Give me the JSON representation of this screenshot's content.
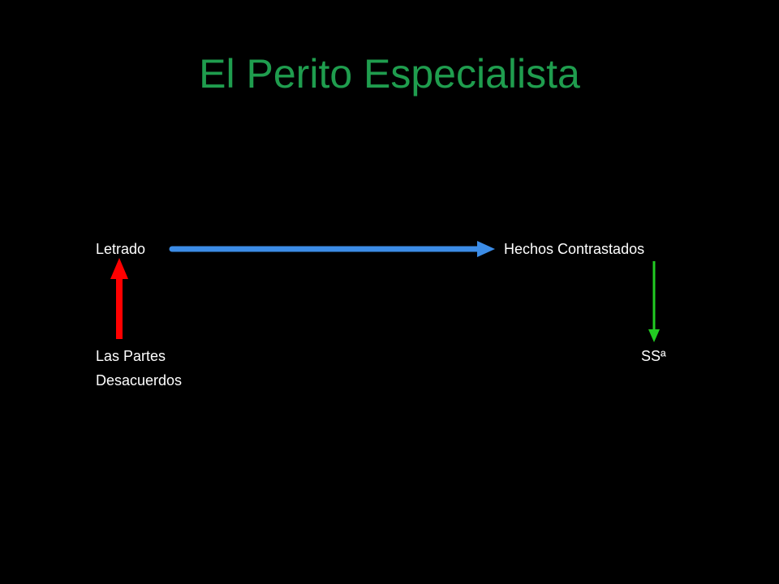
{
  "title": "El Perito Especialista",
  "nodes": {
    "letrado": "Letrado",
    "hechos": "Hechos Contrastados",
    "partes": "Las Partes",
    "desacuerdos": "Desacuerdos",
    "ssa": "SSª"
  },
  "colors": {
    "title": "#1f9d4e",
    "text": "#ffffff",
    "background": "#000000",
    "arrow_partes_to_letrado": "#ff0000",
    "arrow_letrado_to_hechos": "#3c8ce6",
    "arrow_hechos_to_ssa": "#22cc22"
  }
}
